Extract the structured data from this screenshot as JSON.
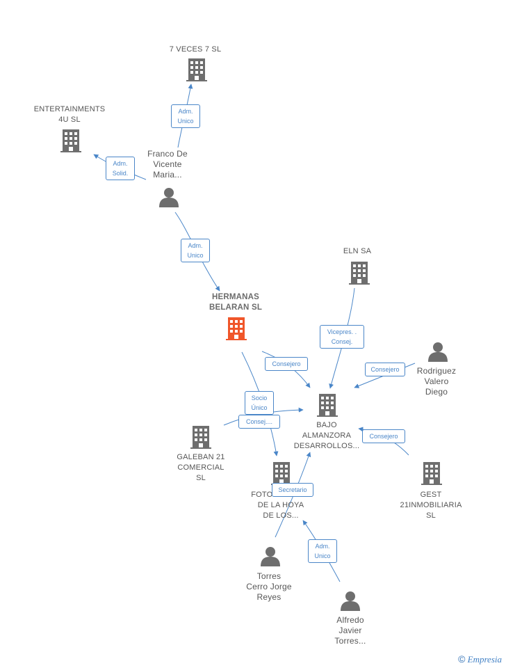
{
  "colors": {
    "edge": "#4a86c8",
    "node": "#6e6e6e",
    "highlight": "#f0562a",
    "text": "#555555"
  },
  "nodes": {
    "veces7": {
      "label": "7 VECES 7 SL",
      "icon": "building-icon"
    },
    "entertainments": {
      "label": "ENTERTAINMENTS\n4U  SL",
      "icon": "building-icon"
    },
    "franco": {
      "label": "Franco De\nVicente\nMaria...",
      "icon": "person-icon"
    },
    "hermanas": {
      "label": "HERMANAS\nBELARAN SL",
      "icon": "building-icon"
    },
    "eln": {
      "label": "ELN SA",
      "icon": "building-icon"
    },
    "rodriguez": {
      "label": "Rodriguez\nValero\nDiego",
      "icon": "person-icon"
    },
    "bajo": {
      "label": "BAJO\nALMANZORA\nDESARROLLOS...",
      "icon": "building-icon"
    },
    "galeban": {
      "label": "GALEBAN 21\nCOMERCIAL\nSL",
      "icon": "building-icon"
    },
    "fotovoltaica": {
      "label": "FOTOVOLTAICA\nDE LA HOYA\nDE LOS...",
      "icon": "building-icon"
    },
    "gest21": {
      "label": "GEST\n21INMOBILIARIA\nSL",
      "icon": "building-icon"
    },
    "torres": {
      "label": "Torres\nCerro Jorge\nReyes",
      "icon": "person-icon"
    },
    "alfredo": {
      "label": "Alfredo\nJavier\nTorres...",
      "icon": "person-icon"
    }
  },
  "edges": [
    {
      "label": "Adm.\nUnico"
    },
    {
      "label": "Adm.\nSolid."
    },
    {
      "label": "Adm.\nUnico"
    },
    {
      "label": "Vicepres. .\nConsej."
    },
    {
      "label": "Consejero"
    },
    {
      "label": "Consejero"
    },
    {
      "label": "Socio\nÚnico"
    },
    {
      "label": "Consej...."
    },
    {
      "label": "Consejero"
    },
    {
      "label": "Secretario"
    },
    {
      "label": "Adm.\nUnico"
    }
  ],
  "brand": {
    "symbol": "©",
    "name": "Empresia"
  }
}
